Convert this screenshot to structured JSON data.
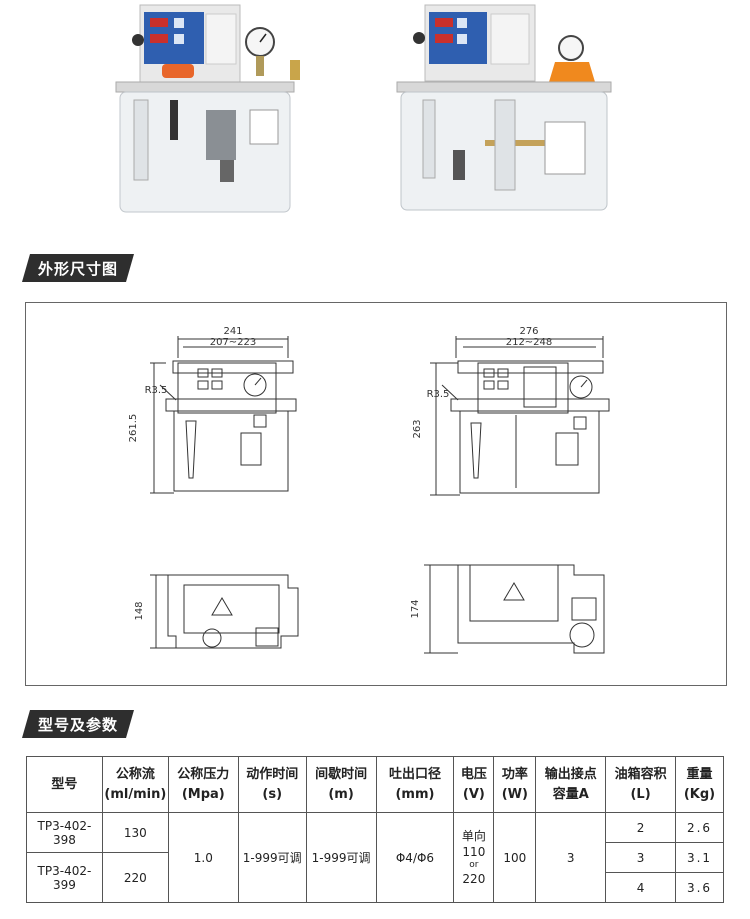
{
  "sections": {
    "outline_title": "外形尺寸图",
    "params_title": "型号及参数"
  },
  "drawing": {
    "left_width_total": "241",
    "left_width_range": "207~223",
    "left_height": "261.5",
    "left_radius": "R3.5",
    "left_depth": "148",
    "right_width_total": "276",
    "right_width_range": "212~248",
    "right_height": "263",
    "right_radius": "R3.5",
    "right_depth": "174"
  },
  "table": {
    "headers": [
      {
        "line1": "型号",
        "line2": ""
      },
      {
        "line1": "公称流",
        "line2": "(ml/min)"
      },
      {
        "line1": "公称压力",
        "line2": "(Mpa)"
      },
      {
        "line1": "动作时间",
        "line2": "(s)"
      },
      {
        "line1": "间歇时间",
        "line2": "(m)"
      },
      {
        "line1": "吐出口径",
        "line2": "(mm)"
      },
      {
        "line1": "电压",
        "line2": "(V)"
      },
      {
        "line1": "功率",
        "line2": "(W)"
      },
      {
        "line1": "输出接点",
        "line2": "容量A"
      },
      {
        "line1": "油箱容积",
        "line2": "(L)"
      },
      {
        "line1": "重量",
        "line2": "(Kg)"
      }
    ],
    "models": [
      {
        "model": "TP3-402-398",
        "flow": "130"
      },
      {
        "model": "TP3-402-399",
        "flow": "220"
      }
    ],
    "pressure": "1.0",
    "action_time": "1-999可调",
    "interval_time": "1-999可调",
    "outlet": "Φ4/Φ6",
    "voltage_l1": "单向",
    "voltage_l2": "110",
    "voltage_l3": "or",
    "voltage_l4": "220",
    "power": "100",
    "contact": "3",
    "tank_rows": [
      {
        "volume": "2",
        "weight": "2.6"
      },
      {
        "volume": "3",
        "weight": "3.1"
      },
      {
        "volume": "4",
        "weight": "3.6"
      }
    ]
  }
}
